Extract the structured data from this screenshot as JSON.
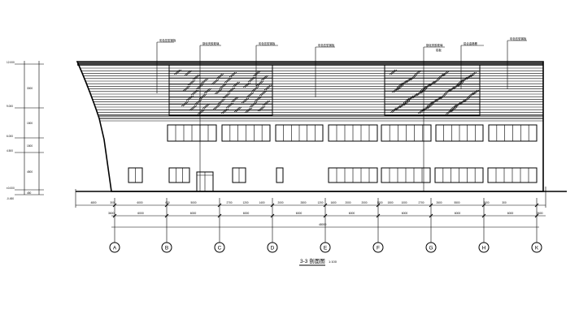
{
  "drawing": {
    "title": "3-3 剖面图",
    "scale": "1:100",
    "callouts": [
      "彩色压型钢板",
      "钢化夹胶玻璃",
      "彩色压型钢板",
      "彩色压型钢板",
      "钢化夹胶玻璃",
      "铝合金格栅",
      "彩色压型钢板"
    ],
    "callout_sub": "铝板",
    "level_labels": [
      "12.000",
      "9.000",
      "6.000",
      "4.500",
      "±0.000",
      "-0.450"
    ],
    "level_dims": [
      "3000",
      "1500",
      "1500",
      "4500",
      "450"
    ],
    "top_dims": [
      "4800",
      "300",
      "6000",
      "600",
      "5000",
      "2700",
      "1200",
      "1400",
      "2000",
      "2800",
      "1200",
      "1600",
      "2000",
      "2000",
      "1000",
      "1500",
      "1000",
      "2700",
      "2600",
      "5500",
      "2600",
      "300"
    ],
    "mid_dims": [
      "6000",
      "6000",
      "6000",
      "6000",
      "6000",
      "6000",
      "6000",
      "6000"
    ],
    "total_dim": "48000",
    "end_dims": [
      "3600",
      "3600"
    ],
    "axes": [
      "A",
      "B",
      "C",
      "D",
      "E",
      "F",
      "G",
      "H",
      "K"
    ]
  }
}
